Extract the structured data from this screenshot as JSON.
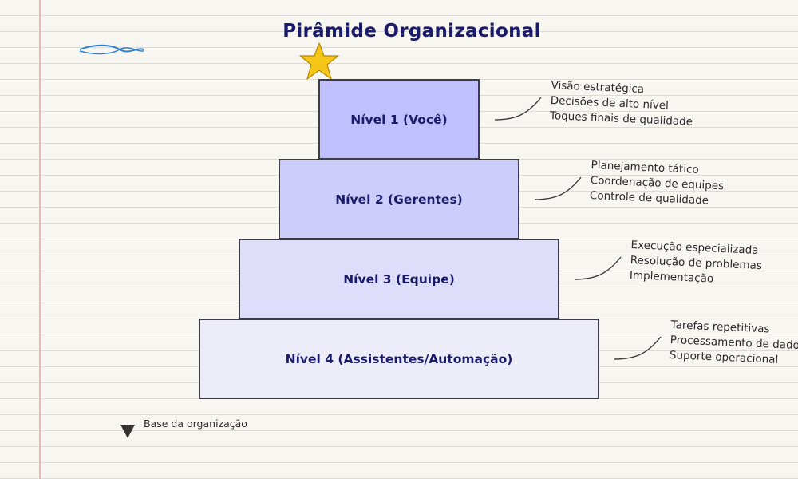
{
  "title": "Pirâmide Organizacional",
  "levels": [
    {
      "label": "Nível 1 (Você)",
      "fill": "#c0c0ff",
      "notes": [
        "Visão estratégica",
        "Decisões de alto nível",
        "Toques finais de qualidade"
      ]
    },
    {
      "label": "Nível 2 (Gerentes)",
      "fill": "#cdcdfb",
      "notes": [
        "Planejamento tático",
        "Coordenação de equipes",
        "Controle de qualidade"
      ]
    },
    {
      "label": "Nível 3 (Equipe)",
      "fill": "#dedefa",
      "notes": [
        "Execução especializada",
        "Resolução de problemas",
        "Implementação"
      ]
    },
    {
      "label": "Nível 4 (Assistentes/Automação)",
      "fill": "#ededfa",
      "notes": [
        "Tarefas repetitivas",
        "Processamento de dados",
        "Suporte operacional"
      ]
    }
  ],
  "base_label": "Base da organização",
  "colors": {
    "title": "#1b1b6b",
    "star": "#f5c518",
    "squiggle": "#2f7fd0",
    "margin_line": "#f0b6b6",
    "outline": "#3c3c4a"
  },
  "icons": {
    "top_marker": "star-icon",
    "decoration": "squiggle-icon",
    "base_marker": "triangle-down-icon"
  }
}
